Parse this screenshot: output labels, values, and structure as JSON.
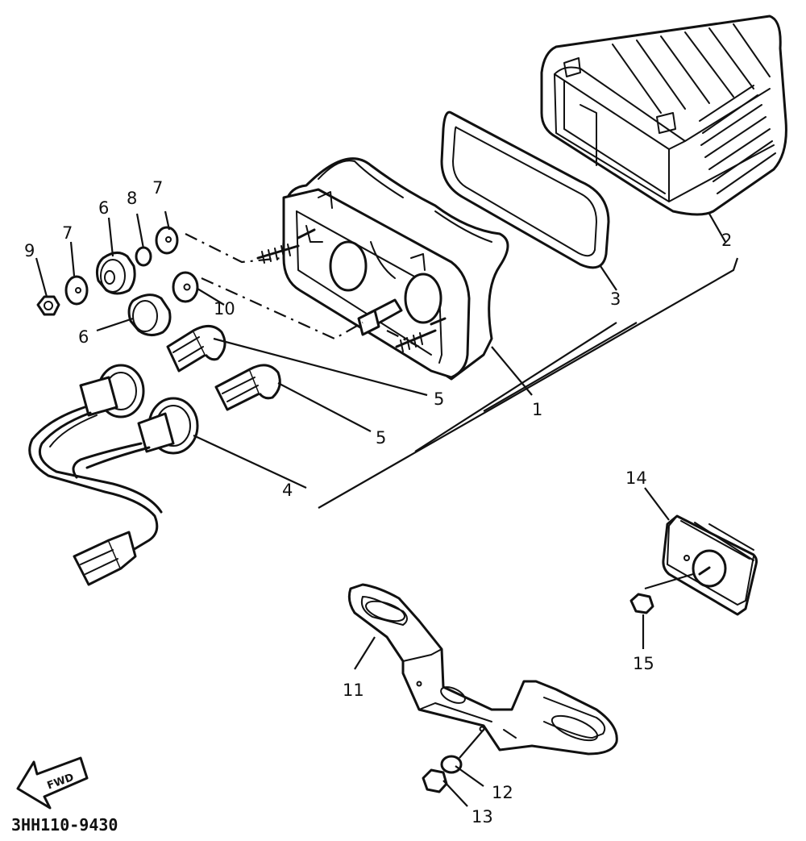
{
  "diagram": {
    "drawing_code": "3HH110-9430",
    "direction_arrow_label": "FWD",
    "callouts": [
      {
        "id": "c1",
        "label": "1"
      },
      {
        "id": "c2",
        "label": "2"
      },
      {
        "id": "c3",
        "label": "3"
      },
      {
        "id": "c4",
        "label": "4"
      },
      {
        "id": "c5a",
        "label": "5"
      },
      {
        "id": "c5b",
        "label": "5"
      },
      {
        "id": "c6a",
        "label": "6"
      },
      {
        "id": "c6b",
        "label": "6"
      },
      {
        "id": "c7a",
        "label": "7"
      },
      {
        "id": "c7b",
        "label": "7"
      },
      {
        "id": "c8",
        "label": "8"
      },
      {
        "id": "c9",
        "label": "9"
      },
      {
        "id": "c10",
        "label": "10"
      },
      {
        "id": "c11",
        "label": "11"
      },
      {
        "id": "c12",
        "label": "12"
      },
      {
        "id": "c13",
        "label": "13"
      },
      {
        "id": "c14",
        "label": "14"
      },
      {
        "id": "c15",
        "label": "15"
      }
    ]
  }
}
